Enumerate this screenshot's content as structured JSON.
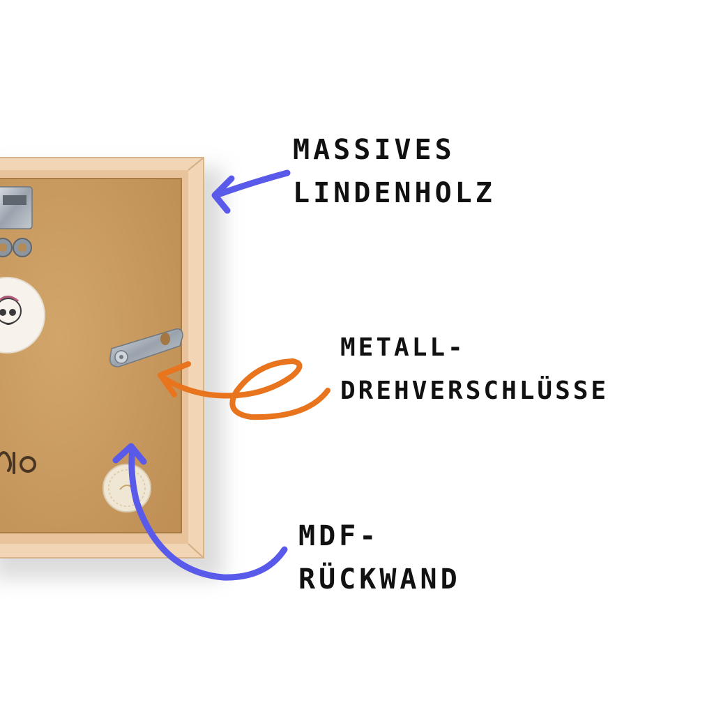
{
  "annotations": {
    "wood": {
      "line1": "MASSIVES",
      "line2": "LINDENHOLZ",
      "arrow_color": "#5a5aea"
    },
    "lock": {
      "line1": "METALL-",
      "line2": "DREHVERSCHLÜSSE",
      "arrow_color": "#e8741e"
    },
    "mdf": {
      "line1": "MDF-",
      "line2": "RÜCKWAND",
      "arrow_color": "#5a5aea"
    }
  },
  "colors": {
    "frame_wood": "#f1d2b0",
    "mdf_board": "#c99a5e",
    "metal": "#9aa3ad"
  }
}
